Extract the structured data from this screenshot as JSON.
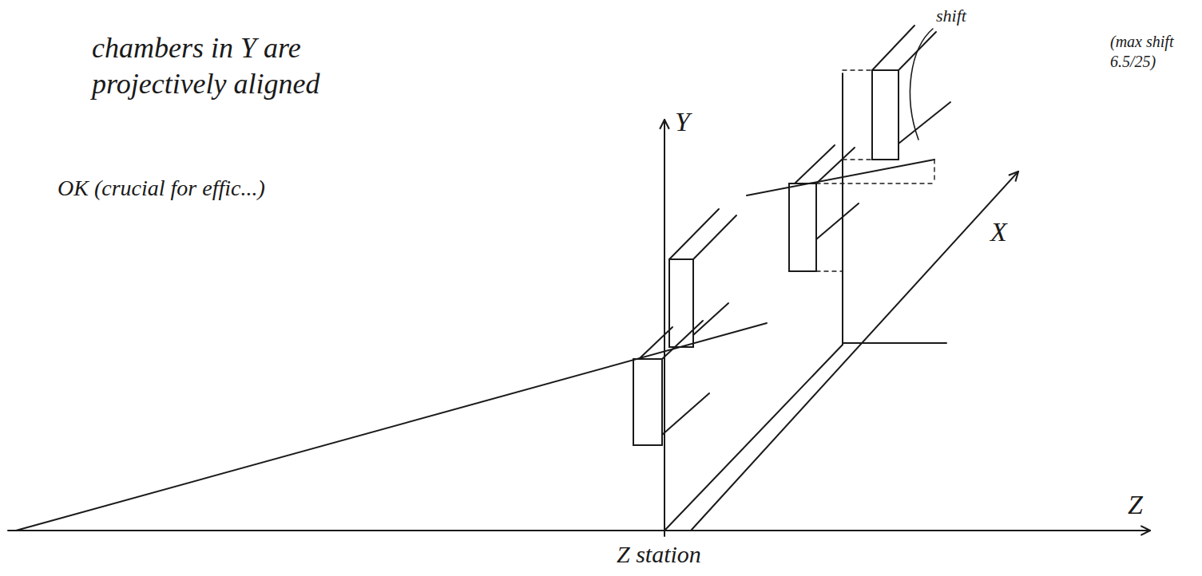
{
  "diagram": {
    "labels": [
      "chambers in Y are projectively aligned",
      "OK (crucial for effic...)",
      "Y",
      "X",
      "Z",
      "Z station",
      "shift",
      "(max shift 6.5/25)"
    ]
  }
}
